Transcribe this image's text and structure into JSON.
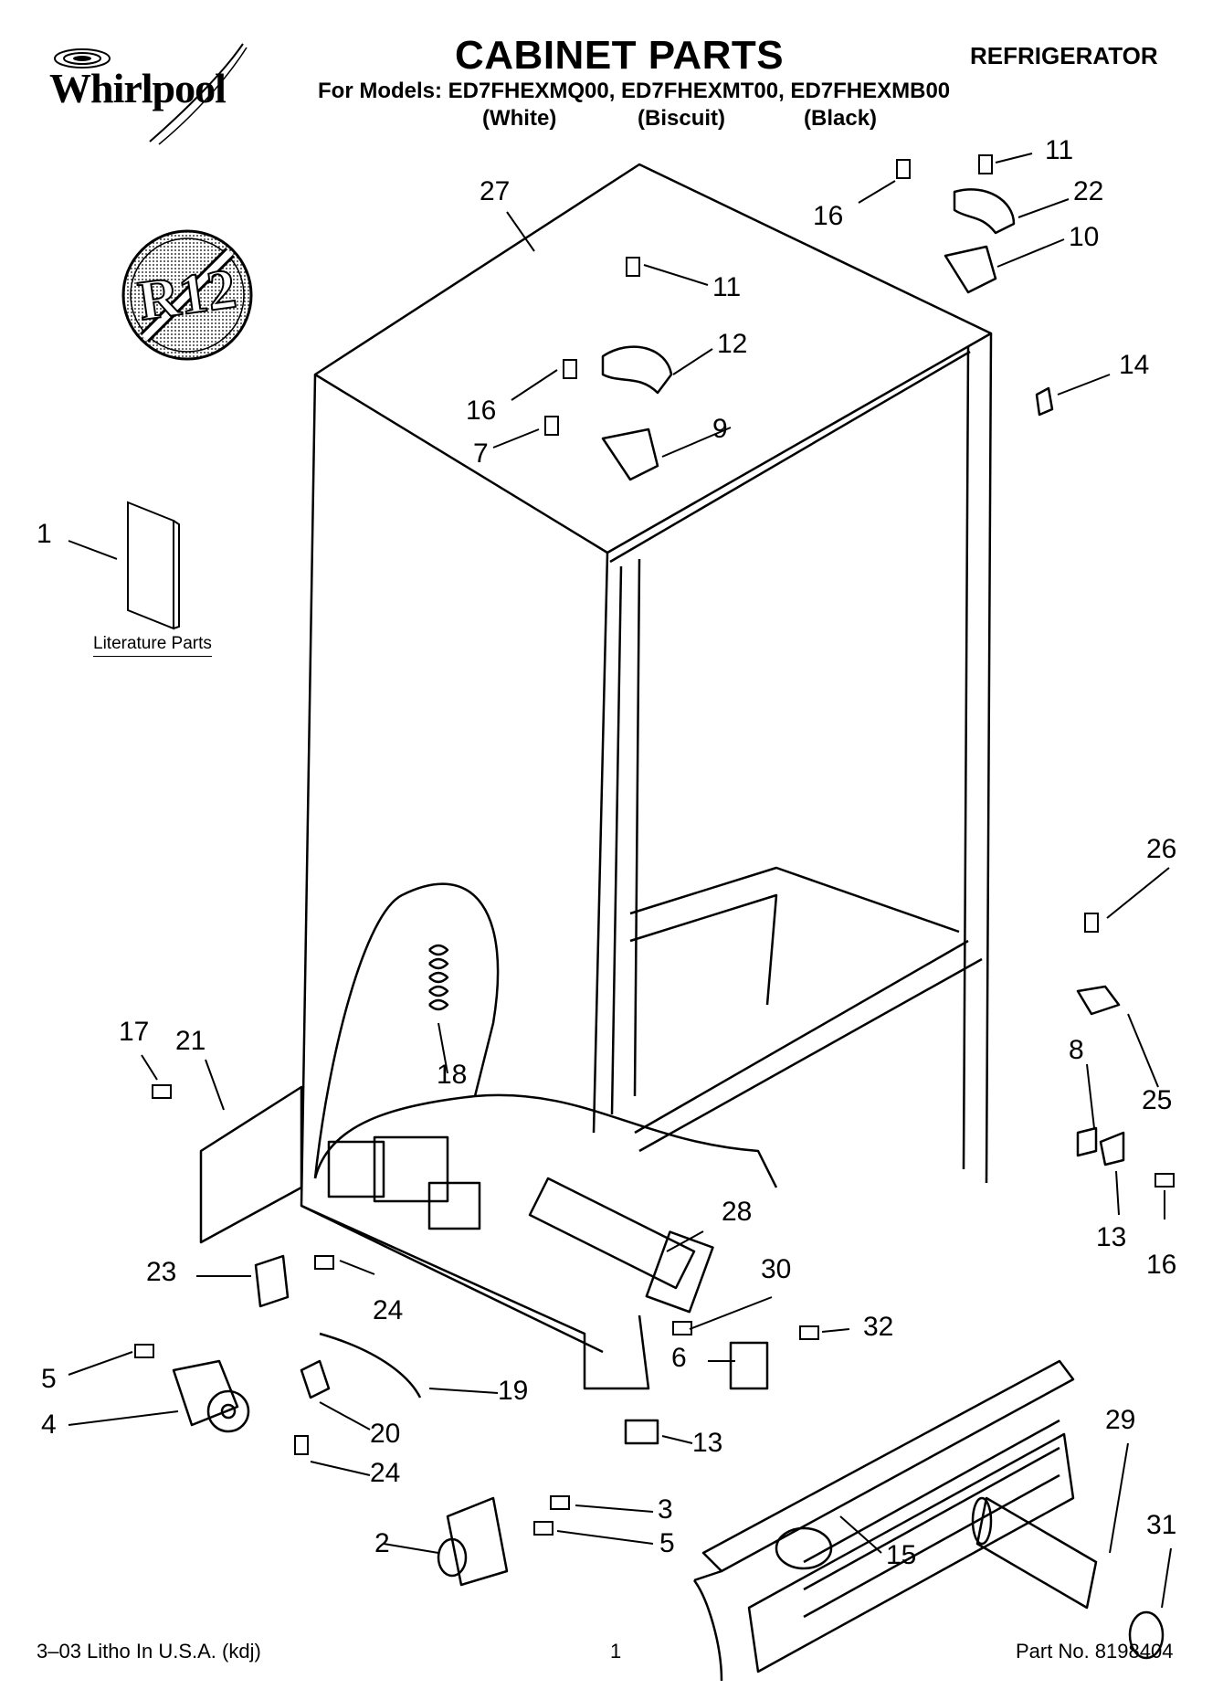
{
  "header": {
    "brand": "Whirlpool",
    "title": "CABINET PARTS",
    "category": "REFRIGERATOR",
    "models_line": "For Models: ED7FHEXMQ00, ED7FHEXMT00, ED7FHEXMB00",
    "variants": [
      "(White)",
      "(Biscuit)",
      "(Black)"
    ]
  },
  "badge": {
    "text": "R12"
  },
  "literature": {
    "label": "Literature Parts"
  },
  "callouts": [
    "27",
    "16",
    "11",
    "22",
    "10",
    "11",
    "12",
    "16",
    "7",
    "9",
    "14",
    "1",
    "26",
    "8",
    "17",
    "21",
    "18",
    "25",
    "28",
    "13",
    "16",
    "23",
    "30",
    "24",
    "32",
    "5",
    "6",
    "19",
    "4",
    "20",
    "13",
    "29",
    "24",
    "31",
    "3",
    "2",
    "5",
    "15"
  ],
  "footer": {
    "left": "3–03 Litho In U.S.A. (kdj)",
    "center": "1",
    "right": "Part No. 8198404"
  }
}
